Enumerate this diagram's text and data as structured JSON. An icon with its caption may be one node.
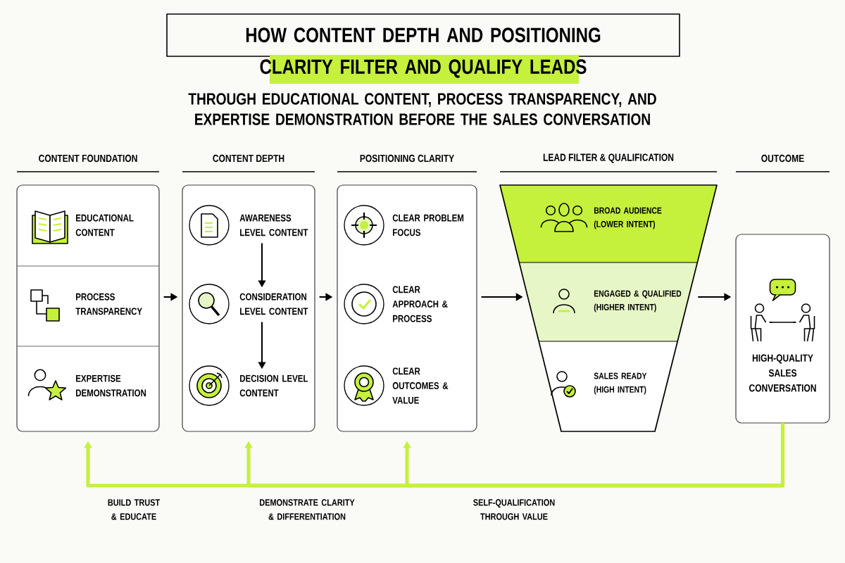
{
  "diagram": {
    "title": "HOW CONTENT DEPTH AND POSITIONING CLARITY FILTER AND QUALIFY LEADS",
    "nodes": [
      {
        "text": [
          "CONTENT FOUNDATION"
        ]
      },
      {
        "text": [
          "EDUCATIONAL CONTENT"
        ],
        "in": 0
      },
      {
        "text": [
          "PROCESS TRANSPARENCY"
        ],
        "in": 0
      },
      {
        "text": [
          "EXPERTISE DEMONSTRATION"
        ],
        "in": 0
      },
      {
        "text": [
          "CONTENT DEPTH"
        ]
      },
      {
        "text": [
          "AWARENESS LEVEL CONTENT"
        ],
        "in": 4
      },
      {
        "text": [
          "CONSIDERATION LEVEL CONTENT"
        ],
        "in": 4
      },
      {
        "text": [
          "DECISION LEVEL CONTENT"
        ],
        "in": 4
      },
      {
        "text": [
          "POSITIONING CLARITY"
        ]
      },
      {
        "text": [
          "CLEAR PROBLEM FOCUS"
        ],
        "in": 8
      },
      {
        "text": [
          "CLEAR APPROACH & PROCESS"
        ],
        "in": 8
      },
      {
        "text": [
          "CLEAR OUTCOMES & VALUE"
        ],
        "in": 8
      },
      {
        "text": [
          "LEAD FILTER & QUALIFICATION"
        ]
      },
      {
        "text": [
          "BROAD AUDIENCE (LOWER INTENT)"
        ],
        "in": 12
      },
      {
        "text": [
          "ENGAGED & QUALIFIED (HIGHER INTENT)"
        ],
        "in": 12
      },
      {
        "text": [
          "SALES READY (HIGH INTENT)"
        ],
        "in": 12
      },
      {
        "text": [
          "OUTCOME",
          "HIGH-QUALITY SALES CONVERSATION"
        ]
      }
    ],
    "edges": [
      {
        "from": 0,
        "to": 4,
        "arrow": "to"
      },
      {
        "from": 4,
        "to": 8,
        "arrow": "to"
      },
      {
        "from": 8,
        "to": 12,
        "arrow": "to"
      },
      {
        "from": 12,
        "to": 16,
        "arrow": "to"
      },
      {
        "from": 5,
        "to": 6,
        "arrow": "to"
      },
      {
        "from": 6,
        "to": 7,
        "arrow": "to"
      },
      {
        "from": 16,
        "to": 0,
        "arrow": "to",
        "style": "thick",
        "color": "#c5f03c"
      },
      {
        "from": 16,
        "to": 4,
        "arrow": "to",
        "style": "thick",
        "color": "#c5f03c"
      },
      {
        "from": 16,
        "to": 8,
        "arrow": "to",
        "style": "thick",
        "color": "#c5f03c"
      }
    ],
    "labels": [
      "THROUGH EDUCATIONAL CONTENT, PROCESS TRANSPARENCY, AND EXPERTISE DEMONSTRATION BEFORE THE SALES CONVERSATION",
      "BUILD TRUST & EDUCATE",
      "DEMONSTRATE CLARITY & DIFFERENTIATION",
      "SELF-QUALIFICATION THROUGH VALUE"
    ]
  }
}
